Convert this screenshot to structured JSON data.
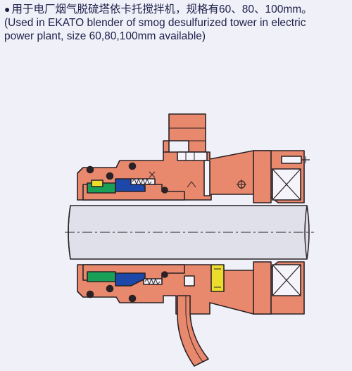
{
  "caption": {
    "bullet": "●",
    "line1": "用于电厂烟气脱硫塔依卡托搅拌机，规格有60、80、100mm。",
    "line2": "(Used in EKATO blender of smog desulfurized tower in electric",
    "line3": "power plant, size 60,80,100mm available)"
  },
  "colors": {
    "housing": "#e8886c",
    "outline": "#2a2226",
    "shaft": "#dfe0ea",
    "green": "#18a058",
    "blue": "#1d47a8",
    "yellow": "#ecdc2e",
    "background": "#f0f1f8"
  }
}
